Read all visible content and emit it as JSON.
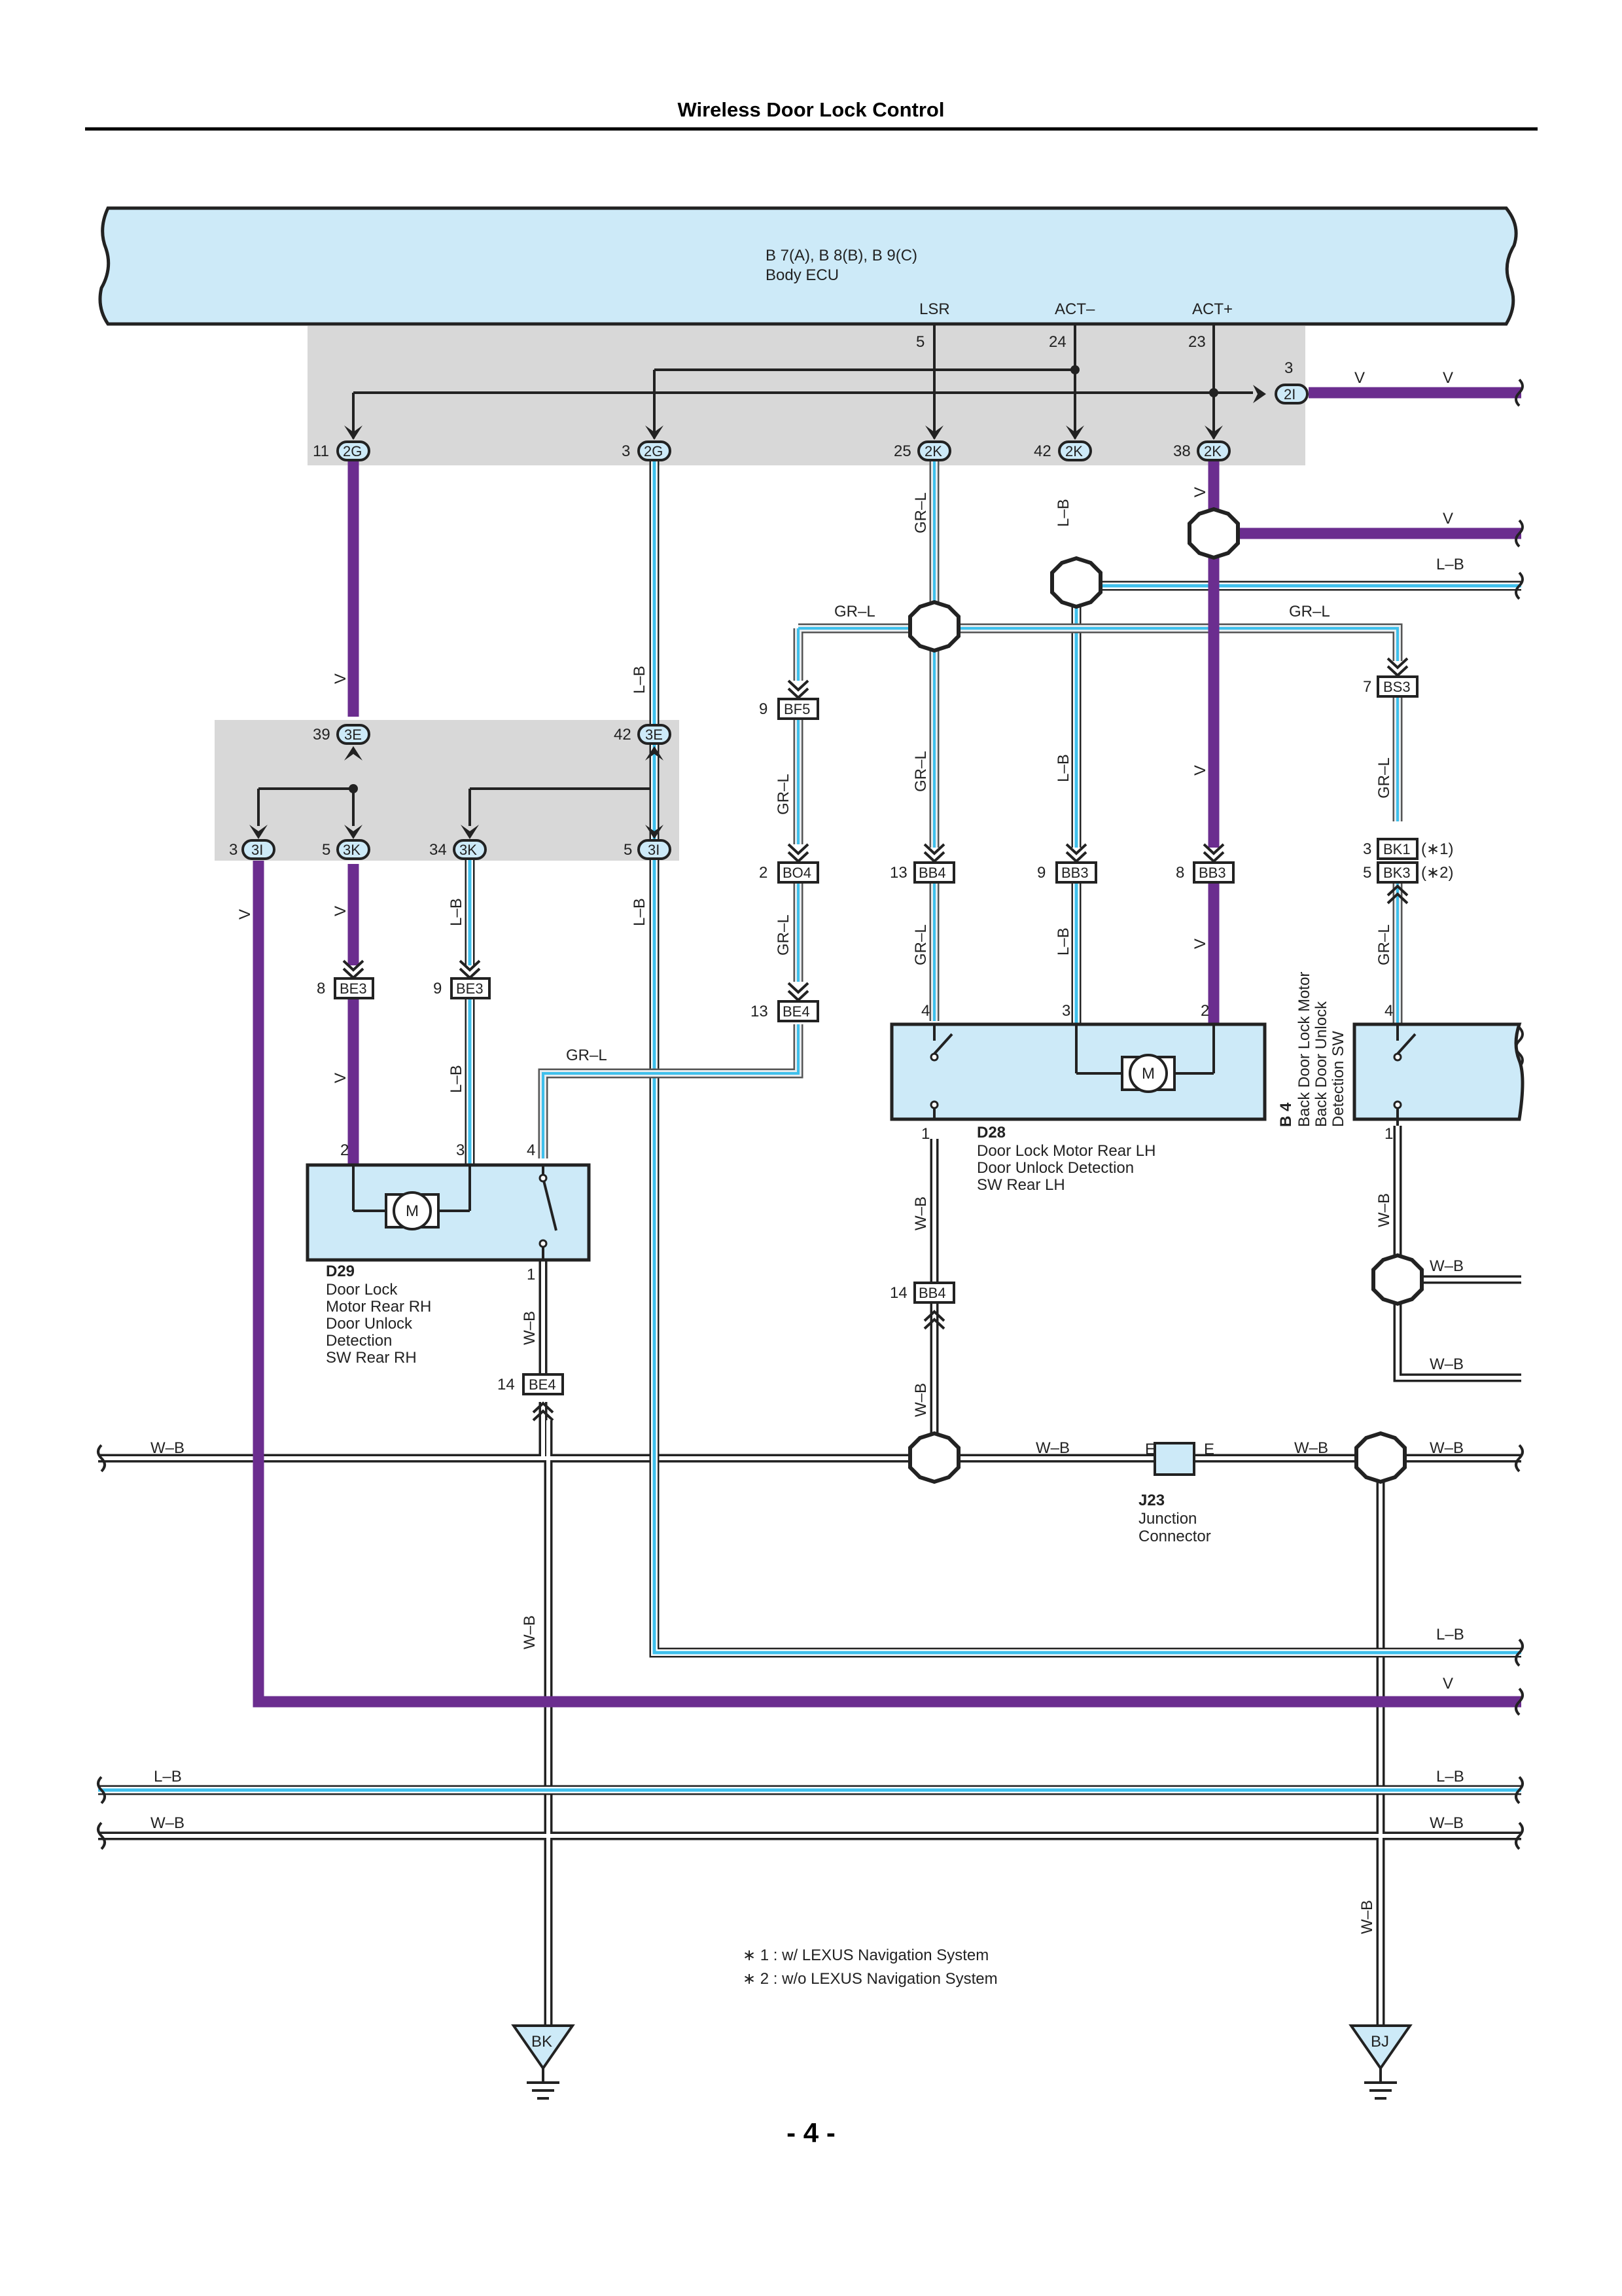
{
  "page": {
    "title": "Wireless Door Lock Control",
    "page_number": "- 4 -"
  },
  "colors": {
    "V": "#6b2d8f",
    "L-B": "#3fc0ec",
    "GR-L": "#b0b8bc",
    "W-B": "#ffffff",
    "fill": "#cdeaf8",
    "gray": "#d8d8d8"
  },
  "ecu": {
    "id": "B 7(A), B 8(B), B 9(C)",
    "name": "Body ECU",
    "pins": [
      {
        "name": "LSR",
        "num": "5"
      },
      {
        "name": "ACT–",
        "num": "24"
      },
      {
        "name": "ACT+",
        "num": "23"
      }
    ]
  },
  "connectors": {
    "c2i": {
      "pin": "3",
      "id": "2I"
    },
    "c2g1": {
      "pin": "11",
      "id": "2G"
    },
    "c2g2": {
      "pin": "3",
      "id": "2G"
    },
    "c2k1": {
      "pin": "25",
      "id": "2K"
    },
    "c2k2": {
      "pin": "42",
      "id": "2K"
    },
    "c2k3": {
      "pin": "38",
      "id": "2K"
    },
    "c3e1": {
      "pin": "39",
      "id": "3E"
    },
    "c3e2": {
      "pin": "42",
      "id": "3E"
    },
    "c3i1": {
      "pin": "3",
      "id": "3I"
    },
    "c3k1": {
      "pin": "5",
      "id": "3K"
    },
    "c3k2": {
      "pin": "34",
      "id": "3K"
    },
    "c3i2": {
      "pin": "5",
      "id": "3I"
    },
    "be3a": {
      "pin": "8",
      "id": "BE3"
    },
    "be3b": {
      "pin": "9",
      "id": "BE3"
    },
    "bf5": {
      "pin": "9",
      "id": "BF5"
    },
    "bo4": {
      "pin": "2",
      "id": "BO4"
    },
    "be4a": {
      "pin": "13",
      "id": "BE4"
    },
    "bb4a": {
      "pin": "13",
      "id": "BB4"
    },
    "bb3a": {
      "pin": "9",
      "id": "BB3"
    },
    "bb3b": {
      "pin": "8",
      "id": "BB3"
    },
    "bs3": {
      "pin": "7",
      "id": "BS3"
    },
    "bk1": {
      "pin": "3",
      "id": "BK1",
      "note": "(∗1)"
    },
    "bk3": {
      "pin": "5",
      "id": "BK3",
      "note": "(∗2)"
    },
    "be4b": {
      "pin": "14",
      "id": "BE4"
    },
    "bb4b": {
      "pin": "14",
      "id": "BB4"
    }
  },
  "wire_labels": {
    "V": "V",
    "LB": "L–B",
    "GRL": "GR–L",
    "WB": "W–B"
  },
  "components": {
    "d29": {
      "id": "D29",
      "lines": [
        "Door Lock",
        "Motor Rear RH",
        "Door Unlock",
        "Detection",
        "SW Rear RH"
      ],
      "pins": [
        "2",
        "3",
        "4",
        "1"
      ]
    },
    "d28": {
      "id": "D28",
      "lines": [
        "Door Lock Motor Rear LH",
        "Door Unlock Detection",
        "SW Rear LH"
      ],
      "pins": [
        "4",
        "3",
        "2",
        "1"
      ]
    },
    "b4": {
      "id": "B 4",
      "lines": [
        "Back Door Lock Motor",
        "Back Door Unlock",
        "Detection SW"
      ],
      "pins": [
        "4",
        "1"
      ]
    },
    "j23": {
      "id": "J23",
      "lines": [
        "Junction",
        "Connector"
      ],
      "pin": "E"
    },
    "motor": "M"
  },
  "grounds": [
    "BK",
    "BJ"
  ],
  "notes": [
    "∗ 1 : w/ LEXUS Navigation System",
    "∗ 2 : w/o LEXUS Navigation System"
  ]
}
